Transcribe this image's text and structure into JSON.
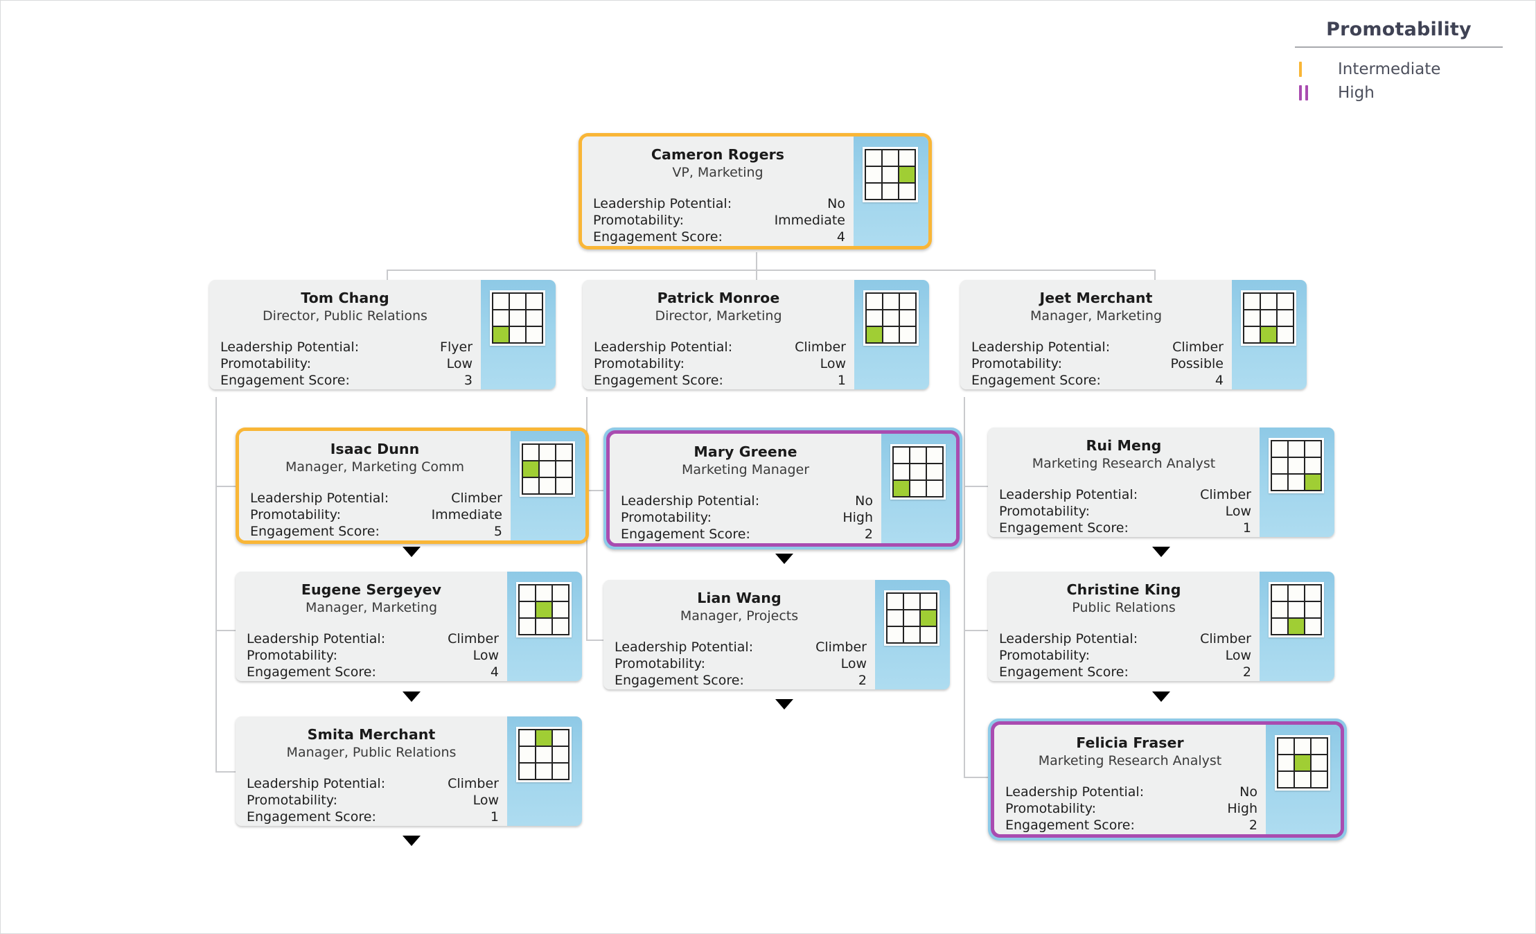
{
  "legend": {
    "title": "Promotability",
    "items": [
      {
        "label": "Intermediate",
        "ticks": 1,
        "color": "#f9b637"
      },
      {
        "label": "High",
        "ticks": 2,
        "color": "#a94cb0"
      }
    ]
  },
  "field_labels": {
    "leadership": "Leadership Potential:",
    "promotability": "Promotability:",
    "engagement": "Engagement Score:"
  },
  "nodes": {
    "cameron": {
      "name": "Cameron Rogers",
      "title": "VP, Marketing",
      "leadership": "No",
      "promotability": "Immediate",
      "engagement": "4",
      "grid_on": 5,
      "highlight": "orange"
    },
    "tom": {
      "name": "Tom Chang",
      "title": "Director, Public Relations",
      "leadership": "Flyer",
      "promotability": "Low",
      "engagement": "3",
      "grid_on": 6,
      "highlight": "none"
    },
    "patrick": {
      "name": "Patrick Monroe",
      "title": "Director, Marketing",
      "leadership": "Climber",
      "promotability": "Low",
      "engagement": "1",
      "grid_on": 6,
      "highlight": "none"
    },
    "jeet": {
      "name": "Jeet Merchant",
      "title": "Manager, Marketing",
      "leadership": "Climber",
      "promotability": "Possible",
      "engagement": "4",
      "grid_on": 7,
      "highlight": "none"
    },
    "isaac": {
      "name": "Isaac Dunn",
      "title": "Manager, Marketing Comm",
      "leadership": "Climber",
      "promotability": "Immediate",
      "engagement": "5",
      "grid_on": 3,
      "highlight": "orange"
    },
    "eugene": {
      "name": "Eugene Sergeyev",
      "title": "Manager, Marketing",
      "leadership": "Climber",
      "promotability": "Low",
      "engagement": "4",
      "grid_on": 4,
      "highlight": "none"
    },
    "smita": {
      "name": "Smita Merchant",
      "title": "Manager, Public Relations",
      "leadership": "Climber",
      "promotability": "Low",
      "engagement": "1",
      "grid_on": 1,
      "highlight": "none"
    },
    "mary": {
      "name": "Mary Greene",
      "title": "Marketing Manager",
      "leadership": "No",
      "promotability": "High",
      "engagement": "2",
      "grid_on": 6,
      "highlight": "purple"
    },
    "lian": {
      "name": "Lian Wang",
      "title": "Manager, Projects",
      "leadership": "Climber",
      "promotability": "Low",
      "engagement": "2",
      "grid_on": 5,
      "highlight": "none"
    },
    "rui": {
      "name": "Rui Meng",
      "title": "Marketing Research Analyst",
      "leadership": "Climber",
      "promotability": "Low",
      "engagement": "1",
      "grid_on": 8,
      "highlight": "none"
    },
    "christine": {
      "name": "Christine King",
      "title": "Public Relations",
      "leadership": "Climber",
      "promotability": "Low",
      "engagement": "2",
      "grid_on": 7,
      "highlight": "none"
    },
    "felicia": {
      "name": "Felicia Fraser",
      "title": "Marketing Research Analyst",
      "leadership": "No",
      "promotability": "High",
      "engagement": "2",
      "grid_on": 4,
      "highlight": "purple"
    }
  }
}
